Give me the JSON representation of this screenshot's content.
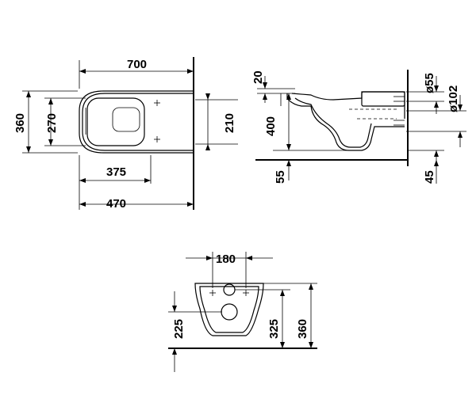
{
  "top_view": {
    "dims": {
      "total_length": "700",
      "depth_375": "375",
      "depth_470": "470",
      "width_360": "360",
      "width_270": "270",
      "mount_210": "210"
    }
  },
  "side_view": {
    "dims": {
      "top_20": "20",
      "height_400": "400",
      "bottom_55": "55",
      "pipe_55": "ø55",
      "pipe_102": "ø102",
      "offset_45": "45"
    }
  },
  "front_view": {
    "dims": {
      "bolt_180": "180",
      "height_225": "225",
      "height_325": "325",
      "height_360": "360"
    }
  }
}
